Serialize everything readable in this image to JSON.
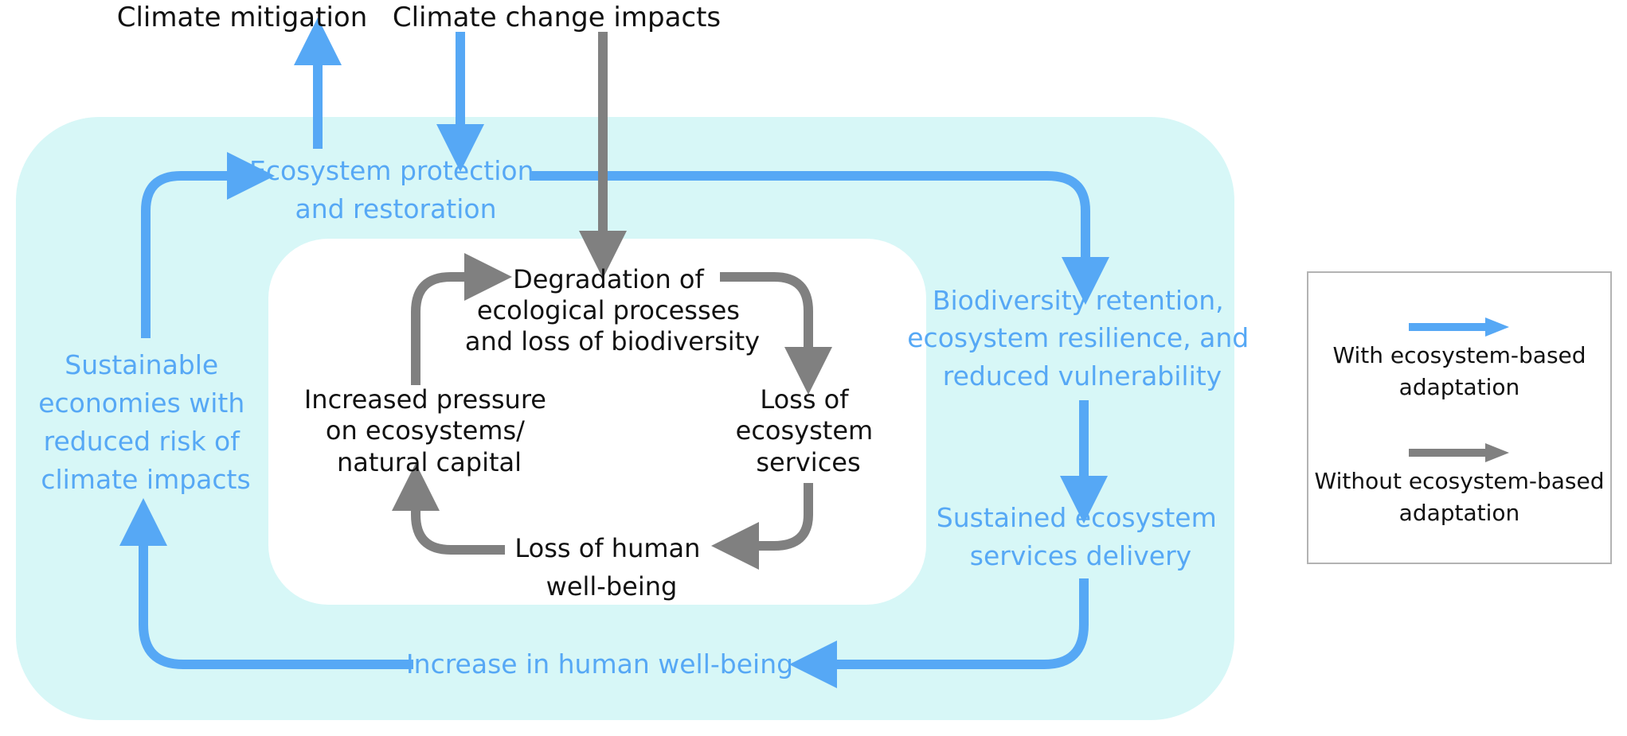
{
  "colors": {
    "with_ecosystem_adaptation": "#56a8f5",
    "without_ecosystem_adaptation": "#808080",
    "outer_region": "#d7f7f7",
    "inner_region": "#ffffff",
    "text_dark": "#111111",
    "text_blue": "#56a8f5"
  },
  "top_labels": {
    "climate_mitigation": "Climate mitigation",
    "climate_change_impacts": "Climate change impacts"
  },
  "outer_cycle": {
    "ecosystem_protection": [
      "Ecosystem protection",
      "and restoration"
    ],
    "biodiversity_retention": [
      "Biodiversity retention,",
      "ecosystem resilience, and",
      "reduced vulnerability"
    ],
    "sustained_services": [
      "Sustained ecosystem",
      "services delivery"
    ],
    "increase_wellbeing": [
      "Increase in human well-being"
    ],
    "sustainable_economies": [
      "Sustainable",
      "economies with",
      "reduced risk of",
      "climate impacts"
    ]
  },
  "inner_cycle": {
    "degradation": [
      "Degradation of",
      "ecological processes",
      "and loss of biodiversity"
    ],
    "loss_services": [
      "Loss of",
      "ecosystem",
      "services"
    ],
    "loss_wellbeing": [
      "Loss of human",
      "well-being"
    ],
    "increased_pressure": [
      "Increased pressure",
      "on ecosystems/",
      "natural capital"
    ]
  },
  "legend": {
    "with_label": [
      "With ecosystem-based",
      "adaptation"
    ],
    "without_label": [
      "Without ecosystem-based",
      "adaptation"
    ]
  }
}
